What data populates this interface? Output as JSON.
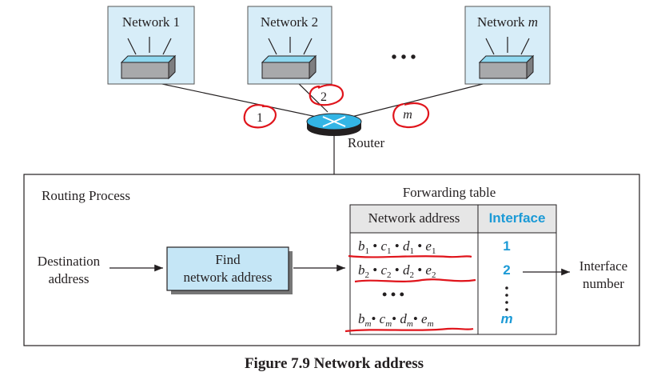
{
  "networks": [
    {
      "label": "Network 1",
      "link_label": "1"
    },
    {
      "label": "Network 2",
      "link_label": "2"
    },
    {
      "label": "Network m",
      "link_label": "m"
    }
  ],
  "ellipsis": "• • •",
  "router_label": "Router",
  "process": {
    "title": "Routing Process",
    "input_label_line1": "Destination",
    "input_label_line2": "address",
    "find_box_line1": "Find",
    "find_box_line2": "network address",
    "output_label_line1": "Interface",
    "output_label_line2": "number"
  },
  "table": {
    "title": "Forwarding table",
    "header_address": "Network address",
    "header_interface": "Interface",
    "rows": [
      {
        "address": "b1 • c1 • d1 • e1",
        "interface": "1"
      },
      {
        "address": "b2 • c2 • d2 • e2",
        "interface": "2"
      },
      {
        "address": "• • •",
        "interface": "⋮"
      },
      {
        "address": "bm• cm• dm• em",
        "interface": "m"
      }
    ]
  },
  "caption": "Figure 7.9 Network address",
  "colors": {
    "network_box": "#d7edf8",
    "find_box": "#c5e6f6",
    "table_header_bg": "#e6e6e6",
    "interface_blue": "#1c9ad6",
    "annotation_red": "#e0141b",
    "router_top": "#33b5e5",
    "device_gray": "#a8a9ab",
    "device_cyan": "#8fd8f0"
  }
}
